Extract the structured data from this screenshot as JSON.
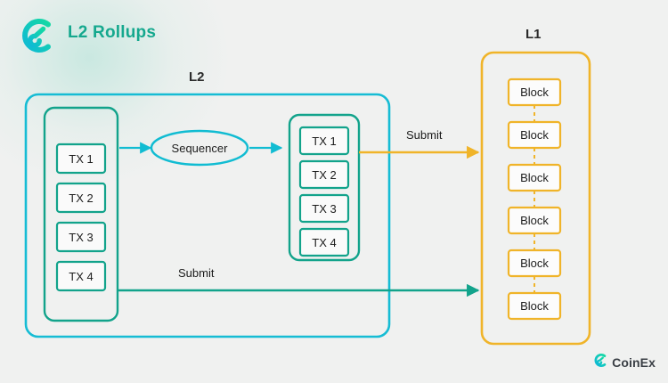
{
  "page": {
    "title": "L2 Rollups",
    "background_color": "#f0f1f0"
  },
  "brand": {
    "logo_icon": "coinex-spiral-logo-icon",
    "title": "L2 Rollups",
    "title_color": "#15a88e"
  },
  "watermark": {
    "icon": "coinex-spiral-logo-icon",
    "text": "CoinEx"
  },
  "colors": {
    "l2_outer": "#16bcd4",
    "l2_inner": "#12a38b",
    "l1": "#f0b429",
    "sequencer": "#11bcd2",
    "submit_top_arrow": "#f0b429",
    "submit_bottom_arrow": "#12a38b",
    "block_link_dash": "#f0b429",
    "text": "#1d1d1d"
  },
  "l2": {
    "label": "L2",
    "mempool": {
      "name": "tx-mempool-group",
      "items": [
        {
          "label": "TX 1"
        },
        {
          "label": "TX 2"
        },
        {
          "label": "TX 3"
        },
        {
          "label": "TX 4"
        }
      ]
    },
    "sequencer": {
      "label": "Sequencer"
    },
    "batch": {
      "name": "tx-batch-group",
      "items": [
        {
          "label": "TX 1"
        },
        {
          "label": "TX 2"
        },
        {
          "label": "TX 3"
        },
        {
          "label": "TX 4"
        }
      ]
    }
  },
  "l1": {
    "label": "L1",
    "blocks": [
      {
        "label": "Block"
      },
      {
        "label": "Block"
      },
      {
        "label": "Block"
      },
      {
        "label": "Block"
      },
      {
        "label": "Block"
      },
      {
        "label": "Block"
      }
    ]
  },
  "edges": {
    "submit_top": "Submit",
    "submit_bottom": "Submit"
  }
}
